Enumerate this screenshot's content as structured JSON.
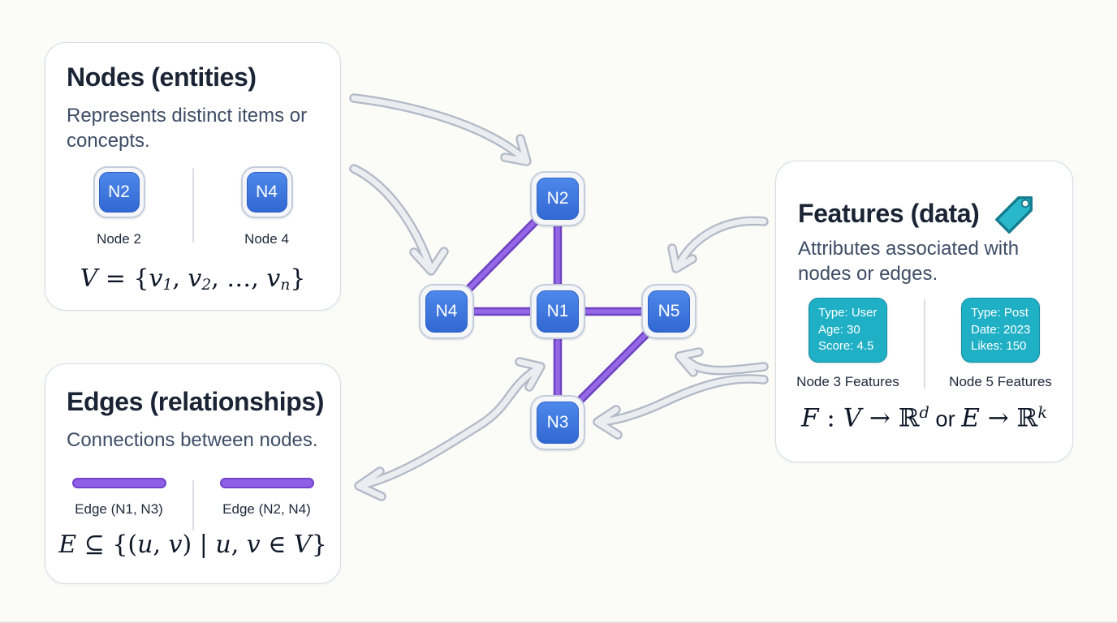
{
  "page": {
    "background": "#FBFBF8"
  },
  "colors": {
    "node_blue": "#3D7ADF",
    "edge_purple": "#8F5FE6",
    "feature_teal": "#1FB0C6",
    "arrow_gray": "#EBEDF1",
    "card_border": "#D6DBE3",
    "title_text": "#1B2435",
    "description_text": "#3E4D66"
  },
  "nodes_card": {
    "title": "Nodes (entities)",
    "description": "Represents distinct items or concepts.",
    "examples": [
      {
        "chip": "N2",
        "caption": "Node 2"
      },
      {
        "chip": "N4",
        "caption": "Node 4"
      }
    ],
    "formula": [
      {
        "i": "V"
      },
      {
        "r": " = {"
      },
      {
        "i": "v"
      },
      {
        "sub": "1"
      },
      {
        "r": ", "
      },
      {
        "i": "v"
      },
      {
        "sub": "2"
      },
      {
        "r": ", …, "
      },
      {
        "i": "v"
      },
      {
        "sub": "n"
      },
      {
        "r": "}"
      }
    ]
  },
  "edges_card": {
    "title": "Edges (relationships)",
    "description": "Connections between nodes.",
    "examples": [
      {
        "caption": "Edge (N1, N3)"
      },
      {
        "caption": "Edge (N2, N4)"
      }
    ],
    "formula": [
      {
        "i": "E"
      },
      {
        "r": " ⊆ {("
      },
      {
        "i": "u"
      },
      {
        "r": ", "
      },
      {
        "i": "v"
      },
      {
        "r": ") | "
      },
      {
        "i": "u"
      },
      {
        "r": ", "
      },
      {
        "i": "v"
      },
      {
        "r": " ∈ "
      },
      {
        "i": "V"
      },
      {
        "r": "}"
      }
    ]
  },
  "features_card": {
    "title": "Features (data)",
    "icon": "tag-icon",
    "description": "Attributes associated with nodes or edges.",
    "examples": [
      {
        "lines": [
          "Type: User",
          "Age: 30",
          "Score: 4.5"
        ],
        "caption": "Node 3 Features"
      },
      {
        "lines": [
          "Type: Post",
          "Date: 2023",
          "Likes: 150"
        ],
        "caption": "Node 5 Features"
      }
    ],
    "formula": [
      {
        "i": "F"
      },
      {
        "r": " : "
      },
      {
        "i": "V"
      },
      {
        "r": " → ℝ"
      },
      {
        "sup": "d"
      },
      {
        "sans": " or "
      },
      {
        "i": "E"
      },
      {
        "r": " → ℝ"
      },
      {
        "sup": "k"
      }
    ]
  },
  "graph": {
    "node_labels": {
      "n1": "N1",
      "n2": "N2",
      "n3": "N3",
      "n4": "N4",
      "n5": "N5"
    },
    "edges": [
      "N2-N4",
      "N2-N1",
      "N4-N1",
      "N1-N5",
      "N1-N3",
      "N5-N3"
    ]
  }
}
